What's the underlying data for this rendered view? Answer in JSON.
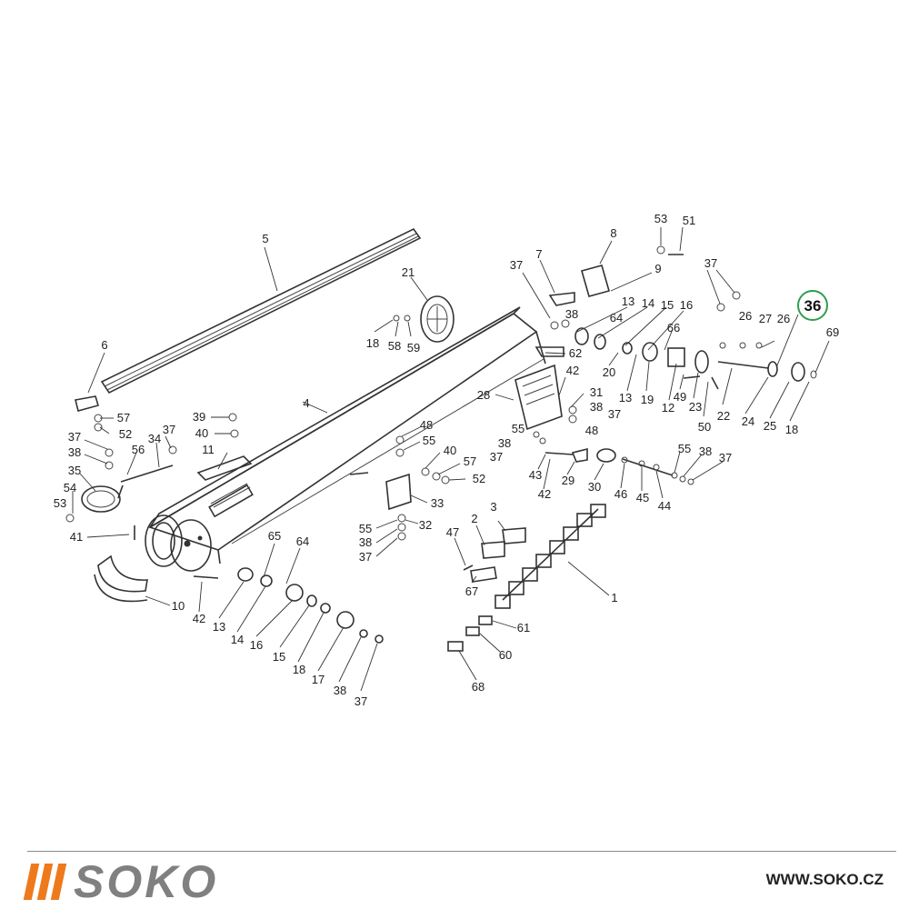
{
  "diagram": {
    "highlight": {
      "label": "36",
      "color": "#2e9e4e"
    },
    "parts": [
      {
        "label": "5"
      },
      {
        "label": "6"
      },
      {
        "label": "57"
      },
      {
        "label": "37"
      },
      {
        "label": "52"
      },
      {
        "label": "38"
      },
      {
        "label": "56"
      },
      {
        "label": "34"
      },
      {
        "label": "37"
      },
      {
        "label": "35"
      },
      {
        "label": "54"
      },
      {
        "label": "53"
      },
      {
        "label": "41"
      },
      {
        "label": "39"
      },
      {
        "label": "40"
      },
      {
        "label": "11"
      },
      {
        "label": "4"
      },
      {
        "label": "21"
      },
      {
        "label": "18"
      },
      {
        "label": "58"
      },
      {
        "label": "59"
      },
      {
        "label": "37"
      },
      {
        "label": "7"
      },
      {
        "label": "8"
      },
      {
        "label": "53"
      },
      {
        "label": "51"
      },
      {
        "label": "9"
      },
      {
        "label": "38"
      },
      {
        "label": "13"
      },
      {
        "label": "64"
      },
      {
        "label": "14"
      },
      {
        "label": "15"
      },
      {
        "label": "16"
      },
      {
        "label": "66"
      },
      {
        "label": "62"
      },
      {
        "label": "42"
      },
      {
        "label": "20"
      },
      {
        "label": "13"
      },
      {
        "label": "19"
      },
      {
        "label": "31"
      },
      {
        "label": "38"
      },
      {
        "label": "37"
      },
      {
        "label": "28"
      },
      {
        "label": "55"
      },
      {
        "label": "48"
      },
      {
        "label": "38"
      },
      {
        "label": "37"
      },
      {
        "label": "37"
      },
      {
        "label": "26"
      },
      {
        "label": "27"
      },
      {
        "label": "26"
      },
      {
        "label": "69"
      },
      {
        "label": "49"
      },
      {
        "label": "12"
      },
      {
        "label": "23"
      },
      {
        "label": "50"
      },
      {
        "label": "22"
      },
      {
        "label": "24"
      },
      {
        "label": "25"
      },
      {
        "label": "18"
      },
      {
        "label": "48"
      },
      {
        "label": "55"
      },
      {
        "label": "40"
      },
      {
        "label": "57"
      },
      {
        "label": "52"
      },
      {
        "label": "33"
      },
      {
        "label": "32"
      },
      {
        "label": "55"
      },
      {
        "label": "38"
      },
      {
        "label": "37"
      },
      {
        "label": "43"
      },
      {
        "label": "42"
      },
      {
        "label": "29"
      },
      {
        "label": "30"
      },
      {
        "label": "46"
      },
      {
        "label": "45"
      },
      {
        "label": "44"
      },
      {
        "label": "55"
      },
      {
        "label": "38"
      },
      {
        "label": "37"
      },
      {
        "label": "3"
      },
      {
        "label": "2"
      },
      {
        "label": "47"
      },
      {
        "label": "67"
      },
      {
        "label": "1"
      },
      {
        "label": "61"
      },
      {
        "label": "60"
      },
      {
        "label": "68"
      },
      {
        "label": "65"
      },
      {
        "label": "64"
      },
      {
        "label": "10"
      },
      {
        "label": "42"
      },
      {
        "label": "13"
      },
      {
        "label": "14"
      },
      {
        "label": "16"
      },
      {
        "label": "15"
      },
      {
        "label": "18"
      },
      {
        "label": "17"
      },
      {
        "label": "38"
      },
      {
        "label": "37"
      }
    ]
  },
  "footer": {
    "brand": "SOKO",
    "brand_color": "#808080",
    "stripe_color": "#ee7a1c",
    "url": "WWW.SOKO.CZ"
  }
}
